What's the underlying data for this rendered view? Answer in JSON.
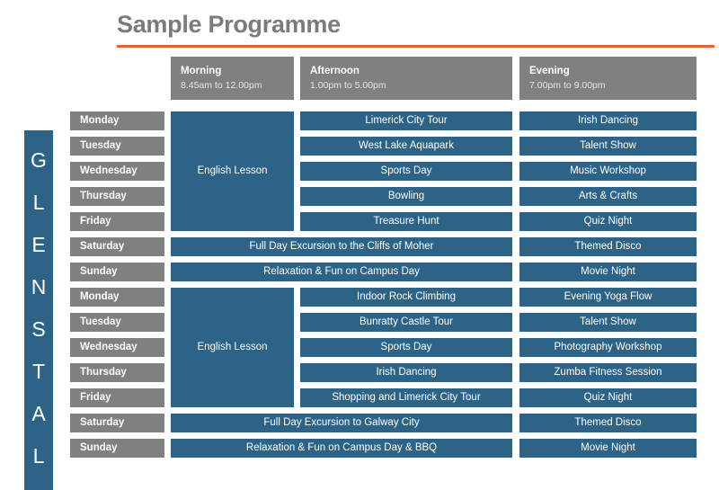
{
  "title": "Sample Programme",
  "brand": {
    "name": "GLENSTAL",
    "letters": [
      "G",
      "L",
      "E",
      "N",
      "S",
      "T",
      "A",
      "L"
    ]
  },
  "colors": {
    "blue": "#2e6388",
    "grey": "#808080",
    "orange": "#e2613a",
    "title_grey": "#7b7b7b"
  },
  "periods": [
    {
      "name": "Morning",
      "time": "8.45am to 12.00pm"
    },
    {
      "name": "Afternoon",
      "time": "1.00pm to 5.00pm"
    },
    {
      "name": "Evening",
      "time": "7.00pm to 9.00pm"
    }
  ],
  "weeks": [
    {
      "lesson_label": "English Lesson",
      "days": [
        {
          "day": "Monday",
          "afternoon": "Limerick City Tour",
          "evening": "Irish Dancing"
        },
        {
          "day": "Tuesday",
          "afternoon": "West Lake Aquapark",
          "evening": "Talent Show"
        },
        {
          "day": "Wednesday",
          "afternoon": "Sports Day",
          "evening": "Music Workshop"
        },
        {
          "day": "Thursday",
          "afternoon": "Bowling",
          "evening": "Arts & Crafts"
        },
        {
          "day": "Friday",
          "afternoon": "Treasure Hunt",
          "evening": "Quiz Night"
        },
        {
          "day": "Saturday",
          "fullday": "Full Day Excursion to the Cliffs of Moher",
          "evening": "Themed Disco"
        },
        {
          "day": "Sunday",
          "fullday": "Relaxation & Fun on Campus Day",
          "evening": "Movie Night"
        }
      ]
    },
    {
      "lesson_label": "English Lesson",
      "days": [
        {
          "day": "Monday",
          "afternoon": "Indoor Rock Climbing",
          "evening": "Evening Yoga Flow"
        },
        {
          "day": "Tuesday",
          "afternoon": "Bunratty Castle Tour",
          "evening": "Talent Show"
        },
        {
          "day": "Wednesday",
          "afternoon": "Sports Day",
          "evening": "Photography Workshop"
        },
        {
          "day": "Thursday",
          "afternoon": "Irish Dancing",
          "evening": "Zumba Fitness Session"
        },
        {
          "day": "Friday",
          "afternoon": "Shopping and Limerick City Tour",
          "evening": "Quiz Night"
        },
        {
          "day": "Saturday",
          "fullday": "Full Day Excursion to Galway City",
          "evening": "Themed Disco"
        },
        {
          "day": "Sunday",
          "fullday": "Relaxation & Fun on Campus Day & BBQ",
          "evening": "Movie Night"
        }
      ]
    }
  ]
}
